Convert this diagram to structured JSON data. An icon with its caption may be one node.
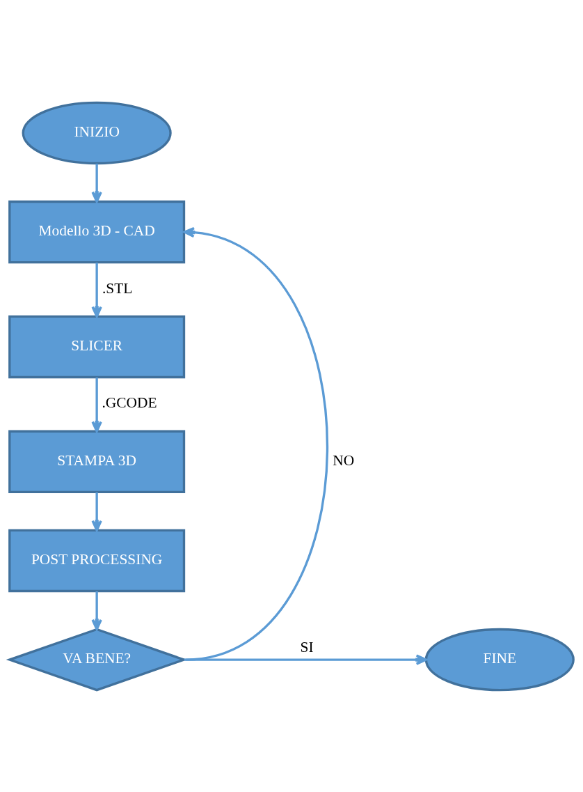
{
  "diagram": {
    "nodes": [
      {
        "text": [
          "INIZIO"
        ]
      },
      {
        "text": [
          "Modello 3D - CAD"
        ]
      },
      {
        "text": [
          "SLICER"
        ]
      },
      {
        "text": [
          "STAMPA 3D"
        ]
      },
      {
        "text": [
          "POST PROCESSING"
        ]
      },
      {
        "text": [
          "VA BENE?"
        ]
      },
      {
        "text": [
          "FINE"
        ]
      }
    ],
    "edges": [
      {
        "from": 0,
        "to": 1,
        "arrow": "to"
      },
      {
        "from": 1,
        "to": 2,
        "arrow": "to",
        "label": ".STL"
      },
      {
        "from": 2,
        "to": 3,
        "arrow": "to",
        "label": ".GCODE"
      },
      {
        "from": 3,
        "to": 4,
        "arrow": "to"
      },
      {
        "from": 4,
        "to": 5,
        "arrow": "to"
      },
      {
        "from": 5,
        "to": 6,
        "arrow": "to",
        "label": "SI"
      },
      {
        "from": 5,
        "to": 1,
        "arrow": "to",
        "label": "NO"
      }
    ]
  }
}
